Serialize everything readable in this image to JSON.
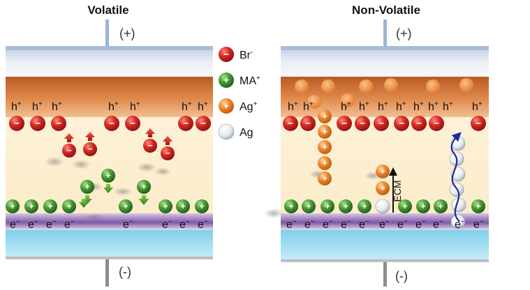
{
  "titles": {
    "left": "Volatile",
    "right": "Non-Volatile"
  },
  "terminals": {
    "top": "(+)",
    "bottom": "(-)"
  },
  "carriers": {
    "hole": "h",
    "electron": "e"
  },
  "ion_signs": {
    "negative": "−",
    "positive": "+"
  },
  "legend": [
    {
      "id": "br",
      "label": "Br",
      "charge": "-",
      "icon": "red-ion-minus-icon"
    },
    {
      "id": "ma",
      "label": "MA",
      "charge": "+",
      "icon": "green-ion-plus-icon"
    },
    {
      "id": "agp",
      "label": "Ag",
      "charge": "+",
      "icon": "orange-ion-plus-icon"
    },
    {
      "id": "ag",
      "label": "Ag",
      "charge": "",
      "icon": "white-atom-icon"
    }
  ],
  "ecm_label": "ECM",
  "colors": {
    "br": "#d42a2a",
    "ma": "#3f9a2e",
    "ag_ion": "#f08a2c",
    "ag_atom": "#e9eef3",
    "cathode_band": "#e2f0f8",
    "anode_band": "#c9702f",
    "perovskite": "#fcefd3",
    "substrate": "#9fdcf0",
    "electrode": "#9ab6d6",
    "arrow_blue": "#1a2aa0"
  }
}
